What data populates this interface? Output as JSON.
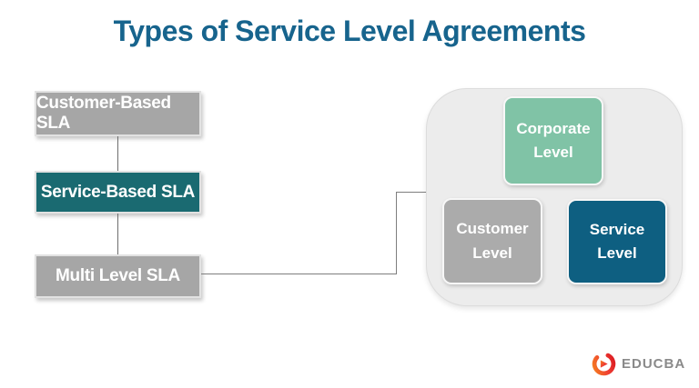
{
  "title": "Types of Service Level Agreements",
  "flow_boxes": [
    {
      "label": "Customer-Based SLA",
      "variant": "gray"
    },
    {
      "label": "Service-Based SLA",
      "variant": "teal"
    },
    {
      "label": "Multi Level SLA",
      "variant": "gray"
    }
  ],
  "panel_boxes": [
    {
      "label": "Corporate Level",
      "variant": "green"
    },
    {
      "label": "Customer Level",
      "variant": "gray"
    },
    {
      "label": "Service Level",
      "variant": "blue"
    }
  ],
  "logo": {
    "text": "EDUCBA",
    "icon": "educba-swirl-icon"
  },
  "colors": {
    "title_blue": "#17648d",
    "box_gray": "#a6a6a6",
    "box_teal": "#1a6a71",
    "panel_bg": "#ececec",
    "level_green": "#80c3a6",
    "level_gray": "#ababab",
    "level_blue": "#0e5f81",
    "connector_gray": "#6e6e6e",
    "logo_text_gray": "#8a8a8a",
    "logo_red": "#ed3424",
    "logo_orange": "#f5821f"
  }
}
